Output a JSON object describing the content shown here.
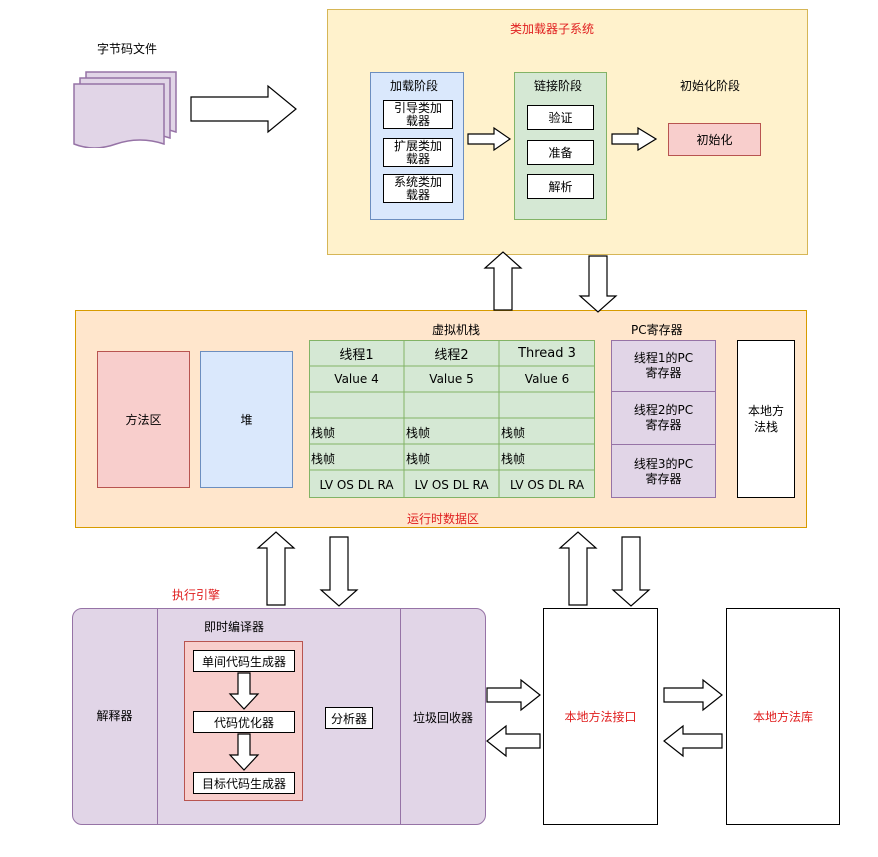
{
  "bytecode_file_label": "字节码文件",
  "class_loader": {
    "title": "类加载器子系统",
    "loading": {
      "title": "加载阶段",
      "items": [
        "引导类加载器",
        "扩展类加载器",
        "系统类加载器"
      ]
    },
    "linking": {
      "title": "链接阶段",
      "items": [
        "验证",
        "准备",
        "解析"
      ]
    },
    "init": {
      "title": "初始化阶段",
      "item": "初始化"
    }
  },
  "runtime": {
    "title": "运行时数据区",
    "method_area": "方法区",
    "heap": "堆",
    "vm_stack": {
      "title": "虚拟机栈",
      "threads": [
        {
          "name": "线程1",
          "value": "Value 4"
        },
        {
          "name": "线程2",
          "value": "Value 5"
        },
        {
          "name": "Thread 3",
          "value": "Value 6"
        }
      ],
      "frame_label": "栈帧",
      "frame_detail": "LV OS DL RA"
    },
    "pc_register": {
      "title": "PC寄存器",
      "items": [
        "线程1的PC寄存器",
        "线程2的PC寄存器",
        "线程3的PC寄存器"
      ]
    },
    "native_stack": "本地方法栈"
  },
  "execution_engine": {
    "title": "执行引擎",
    "interpreter": "解释器",
    "jit": {
      "title": "即时编译器",
      "items": [
        "单间代码生成器",
        "代码优化器",
        "目标代码生成器"
      ],
      "analyzer": "分析器"
    },
    "gc": "垃圾回收器"
  },
  "native_interface": "本地方法接口",
  "native_library": "本地方法库",
  "colors": {
    "class_loader_bg": "#fff2cc",
    "class_loader_border": "#d6b656",
    "runtime_bg": "#ffe6cc",
    "runtime_border": "#d79b00",
    "pink_bg": "#f8cecc",
    "pink_border": "#b85450",
    "blue_bg": "#dae8fc",
    "blue_border": "#6c8ebf",
    "green_bg": "#d5e8d4",
    "green_border": "#82b366",
    "purple_bg": "#e1d5e7",
    "purple_border": "#9673a6",
    "red_text": "#e02020"
  }
}
